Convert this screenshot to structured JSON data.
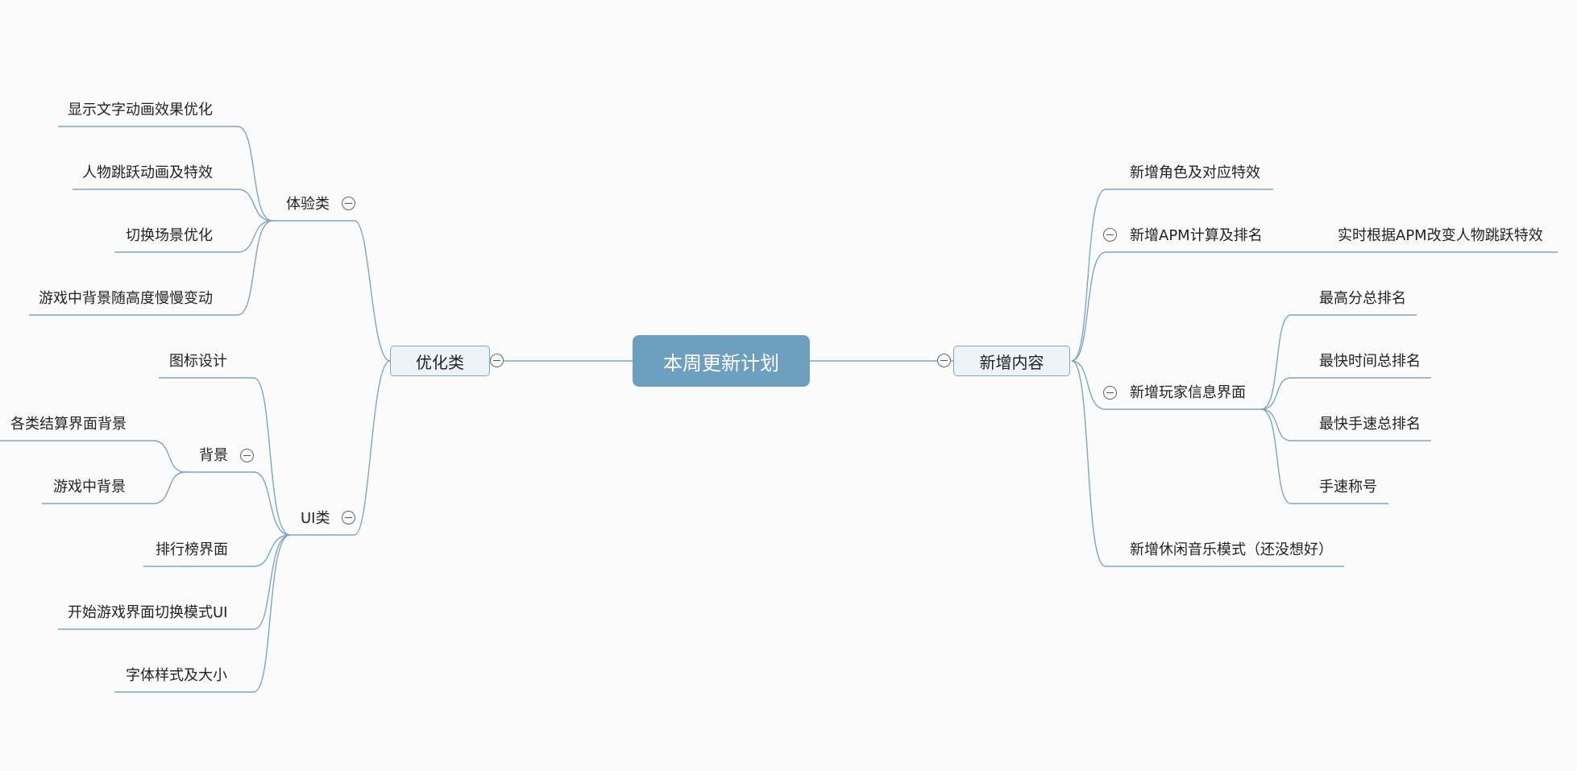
{
  "root": "本周更新计划",
  "left": {
    "label": "优化类",
    "groups": {
      "experience": {
        "label": "体验类",
        "items": [
          "显示文字动画效果优化",
          "人物跳跃动画及特效",
          "切换场景优化",
          "游戏中背景随高度慢慢变动"
        ]
      },
      "ui": {
        "label": "UI类",
        "icon": "图标设计",
        "background": {
          "label": "背景",
          "items": [
            "各类结算界面背景",
            "游戏中背景"
          ]
        },
        "rest": [
          "排行榜界面",
          "开始游戏界面切换模式UI",
          "字体样式及大小"
        ]
      }
    }
  },
  "right": {
    "label": "新增内容",
    "items": {
      "role": "新增角色及对应特效",
      "apm": {
        "label": "新增APM计算及排名",
        "child": "实时根据APM改变人物跳跃特效"
      },
      "player": {
        "label": "新增玩家信息界面",
        "items": [
          "最高分总排名",
          "最快时间总排名",
          "最快手速总排名",
          "手速称号"
        ]
      },
      "music": "新增休闲音乐模式（还没想好）"
    }
  },
  "colors": {
    "line": "#7ea6c2",
    "root_fill": "#6f9fbe",
    "branch_fill": "#eef3f8"
  }
}
